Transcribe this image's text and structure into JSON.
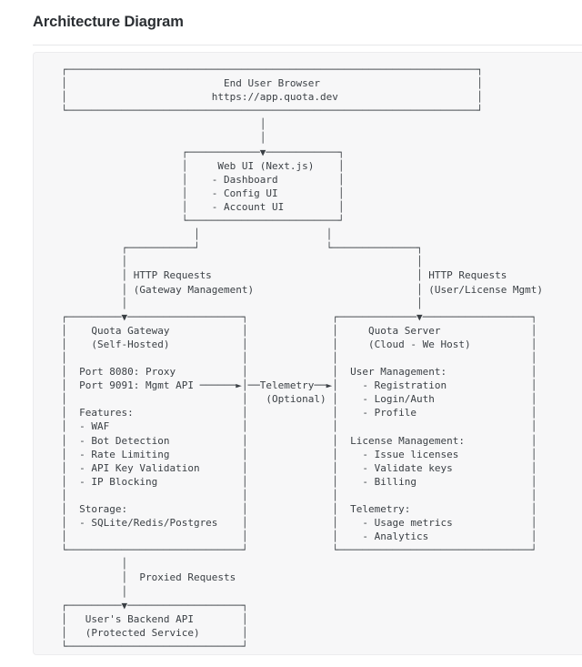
{
  "header": {
    "title": "Architecture Diagram"
  },
  "diagram": {
    "type": "ascii-architecture-diagram",
    "nodes": [
      {
        "id": "end-user-browser",
        "title": "End User Browser",
        "subtitle": "https://app.quota.dev",
        "lines": [
          "End User Browser",
          "https://app.quota.dev"
        ]
      },
      {
        "id": "web-ui",
        "title": "Web UI (Next.js)",
        "lines": [
          "Web UI (Next.js)",
          "- Dashboard",
          "- Config UI",
          "- Account UI"
        ],
        "items": [
          "Dashboard",
          "Config UI",
          "Account UI"
        ]
      },
      {
        "id": "quota-gateway",
        "title": "Quota Gateway",
        "subtitle": "(Self-Hosted)",
        "ports": [
          "Port 8080: Proxy",
          "Port 9091: Mgmt API"
        ],
        "sections": [
          {
            "label": "Features:",
            "items": [
              "WAF",
              "Bot Detection",
              "Rate Limiting",
              "API Key Validation",
              "IP Blocking"
            ]
          },
          {
            "label": "Storage:",
            "items": [
              "SQLite/Redis/Postgres"
            ]
          }
        ]
      },
      {
        "id": "quota-server",
        "title": "Quota Server",
        "subtitle": "(Cloud - We Host)",
        "sections": [
          {
            "label": "User Management:",
            "items": [
              "Registration",
              "Login/Auth",
              "Profile"
            ]
          },
          {
            "label": "License Management:",
            "items": [
              "Issue licenses",
              "Validate keys",
              "Billing"
            ]
          },
          {
            "label": "Telemetry:",
            "items": [
              "Usage metrics",
              "Analytics"
            ]
          }
        ]
      },
      {
        "id": "user-backend-api",
        "title": "User's Backend API",
        "subtitle": "(Protected Service)",
        "lines": [
          "User's Backend API",
          "(Protected Service)"
        ]
      }
    ],
    "edges": [
      {
        "id": "browser-to-webui",
        "from": "end-user-browser",
        "to": "web-ui",
        "label": ""
      },
      {
        "id": "webui-to-gateway",
        "from": "web-ui",
        "to": "quota-gateway",
        "label": "HTTP Requests",
        "sublabel": "(Gateway Management)"
      },
      {
        "id": "webui-to-server",
        "from": "web-ui",
        "to": "quota-server",
        "label": "HTTP Requests",
        "sublabel": "(User/License Mgmt)"
      },
      {
        "id": "gateway-to-server",
        "from": "quota-gateway",
        "to": "quota-server",
        "label": "Telemetry",
        "sublabel": "(Optional)"
      },
      {
        "id": "gateway-to-backend",
        "from": "quota-gateway",
        "to": "user-backend-api",
        "label": "Proxied Requests"
      }
    ],
    "ascii": "       +---------------------------------------------------------------+\n       |                      End User Browser                         |\n       |                     https://app.quota.dev                     |\n       +---------------------------------------------------------------+\n                                       |\n                                       |\n                             +---------v-----------+\n                             |   Web UI (Next.js)  |\n                             | - Dashboard         |\n                             | - Config UI         |\n                             | - Account UI        |\n                             +---------------------+\n                               |                 |\n              +----------------+                 +------------------+\n              |                                                     |\n              | HTTP Requests                                       | HTTP Requests\n              | (Gateway Management)                                | (User/License Mgmt)\n              |                                                     |\n  +-----------v-------------------+                    +-----------v--------------------+\n  |   Quota Gateway               |                    |   Quota Server                 |\n  |   (Self-Hosted)               |                    |   (Cloud - We Host)            |\n  |                               |                    |                                |\n  | Port 8080: Proxy              |                    | User Management:               |\n  | Port 9091: Mgmt API  --------->  -Telemetry->      |  - Registration                |\n  |                               |   (Optional)       |  - Login/Auth                  |\n  | Features:                     |                    |  - Profile                     |\n  | - WAF                         |                    |                                |\n  | - Bot Detection               |                    | License Management:            |\n  | - Rate Limiting               |                    |  - Issue licenses              |\n  | - API Key Validation          |                    |  - Validate keys               |\n  | - IP Blocking                 |                    |  - Billing                     |\n  |                               |                    |                                |\n  | Storage:                      |                    | Telemetry:                     |\n  | - SQLite/Redis/Postgres       |                    |  - Usage metrics               |\n  |                               |                    |  - Analytics                   |\n  +-------------------------------+                    +--------------------------------+\n              |\n              | Proxied Requests\n              |\n  +-----------v-------------------+\n  |  User's Backend API           |\n  |  (Protected Service)          |\n  +-------------------------------+"
  },
  "ascii_render": "  ┌────────────────────────────────────────────────────────────────────┐\n  │                          End User Browser                          │\n  │                        https://app.quota.dev                       │\n  └────────────────────────────────────────────────────────────────────┘\n                                   │\n                                   │\n                      ┌────────────▼────────────┐\n                      │     Web UI (Next.js)    │\n                      │    - Dashboard          │\n                      │    - Config UI          │\n                      │    - Account UI         │\n                      └─────────────────────────┘\n                        │                     │\n            ┌───────────┘                     └──────────────┐\n            │                                                │\n            │ HTTP Requests                                  │ HTTP Requests\n            │ (Gateway Management)                           │ (User/License Mgmt)\n            │                                                │\n  ┌─────────▼───────────────────┐              ┌─────────────▼──────────────────┐\n  │    Quota Gateway            │              │     Quota Server               │\n  │    (Self-Hosted)            │              │     (Cloud - We Host)          │\n  │                             │              │                                │\n  │  Port 8080: Proxy           │              │  User Management:              │\n  │  Port 9091: Mgmt API ──────►│──Telemetry──►│    - Registration              │\n  │                             │   (Optional) │    - Login/Auth                │\n  │  Features:                  │              │    - Profile                   │\n  │  - WAF                      │              │                                │\n  │  - Bot Detection            │              │  License Management:           │\n  │  - Rate Limiting            │              │    - Issue licenses            │\n  │  - API Key Validation       │              │    - Validate keys             │\n  │  - IP Blocking              │              │    - Billing                   │\n  │                             │              │                                │\n  │  Storage:                   │              │  Telemetry:                    │\n  │  - SQLite/Redis/Postgres    │              │    - Usage metrics             │\n  │                             │              │    - Analytics                 │\n  └─────────────────────────────┘              └────────────────────────────────┘\n            │\n            │  Proxied Requests\n            │\n  ┌─────────▼───────────────────┐\n  │   User's Backend API        │\n  │   (Protected Service)       │\n  └─────────────────────────────┘"
}
